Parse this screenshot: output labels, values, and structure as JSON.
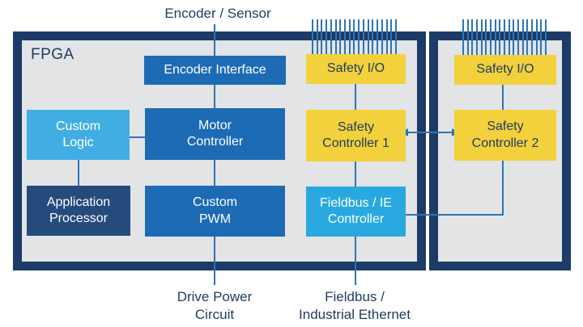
{
  "colors": {
    "frame_navy": "#1C3B66",
    "navy_box": "#254A7C",
    "medium_blue": "#1D6BB5",
    "light_blue_1": "#41AEE3",
    "light_blue_2": "#29A8E0",
    "yellow": "#F2D13C",
    "inner_gray": "#E3E4E6",
    "line_blue": "#2E74B5",
    "text_navy": "#1F3A5F",
    "text_white": "#FFFFFF"
  },
  "labels": {
    "fpga": "FPGA",
    "encoder_sensor": "Encoder / Sensor",
    "drive_power": "Drive Power\nCircuit",
    "fieldbus_ethernet": "Fieldbus /\nIndustrial Ethernet"
  },
  "nodes": {
    "encoder_interface": {
      "label": "Encoder Interface"
    },
    "custom_logic": {
      "label": "Custom\nLogic"
    },
    "motor_controller": {
      "label": "Motor\nController"
    },
    "application_processor": {
      "label": "Application\nProcessor"
    },
    "custom_pwm": {
      "label": "Custom\nPWM"
    },
    "safety_io_1": {
      "label": "Safety I/O"
    },
    "safety_controller_1": {
      "label": "Safety\nController 1"
    },
    "fieldbus_ie_controller": {
      "label": "Fieldbus / IE\nController"
    },
    "safety_io_2": {
      "label": "Safety I/O"
    },
    "safety_controller_2": {
      "label": "Safety\nController 2"
    }
  },
  "pins": {
    "count": 19
  }
}
